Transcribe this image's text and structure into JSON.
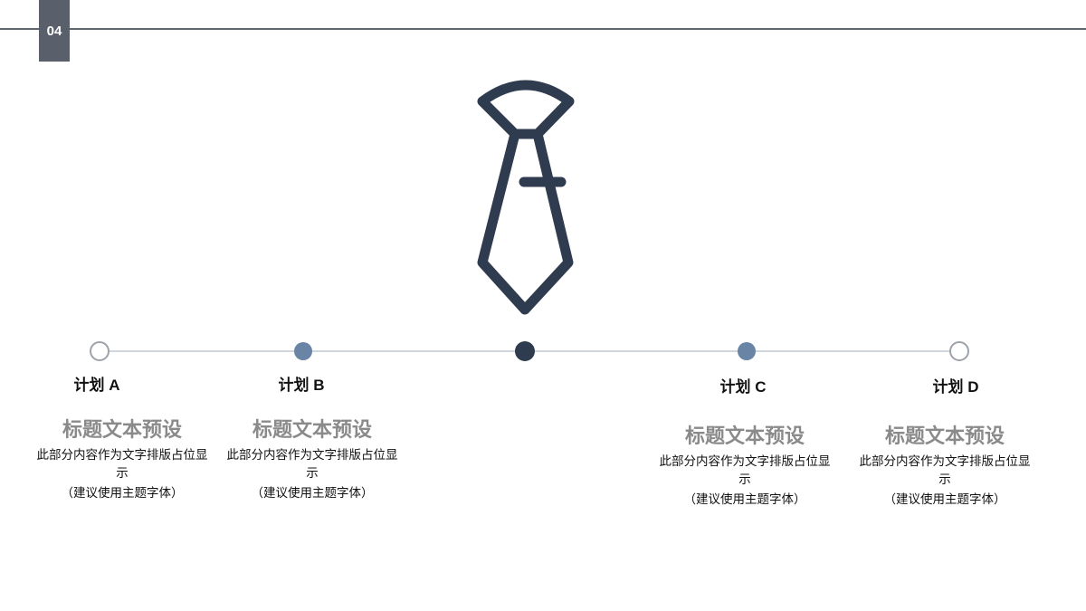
{
  "page_number": "04",
  "colors": {
    "accent": "#2f3b4e",
    "blue_dot": "#6a84a5",
    "badge": "#59606b"
  },
  "icon": "tie-icon",
  "timeline": {
    "plans": [
      {
        "label": "计划  A",
        "title": "标题文本预设",
        "body": "此部分内容作为文字排版占位显示",
        "note": "（建议使用主题字体）"
      },
      {
        "label": "计划  B",
        "title": "标题文本预设",
        "body": "此部分内容作为文字排版占位显示",
        "note": "（建议使用主题字体）"
      },
      {
        "label": "计划  C",
        "title": "标题文本预设",
        "body": "此部分内容作为文字排版占位显示",
        "note": "（建议使用主题字体）"
      },
      {
        "label": "计划  D",
        "title": "标题文本预设",
        "body": "此部分内容作为文字排版占位显示",
        "note": "（建议使用主题字体）"
      }
    ]
  }
}
